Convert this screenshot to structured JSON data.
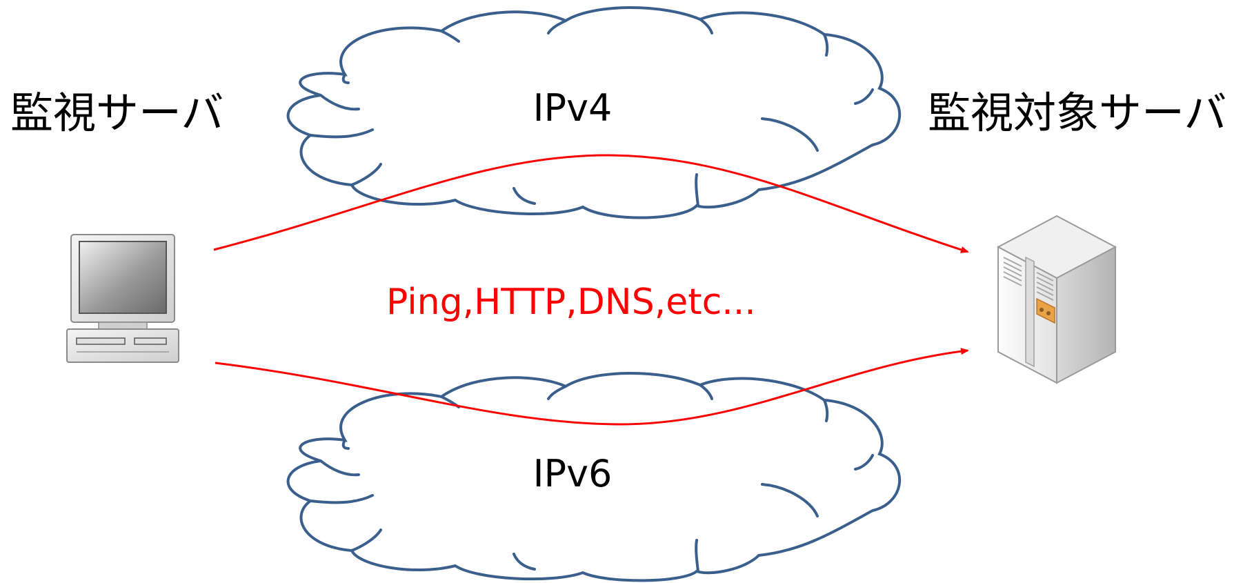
{
  "monitoring_server": {
    "label": "監視サーバ",
    "icon": "desktop-computer-icon"
  },
  "target_server": {
    "label": "監視対象サーバ",
    "icon": "server-tower-icon"
  },
  "networks": {
    "ipv4": {
      "label": "IPv4"
    },
    "ipv6": {
      "label": "IPv6"
    }
  },
  "protocols": {
    "label": "Ping,HTTP,DNS,etc...",
    "color": "#ff0000"
  },
  "colors": {
    "cloud_stroke": "#3b5f8c",
    "arrow": "#ff0000"
  }
}
